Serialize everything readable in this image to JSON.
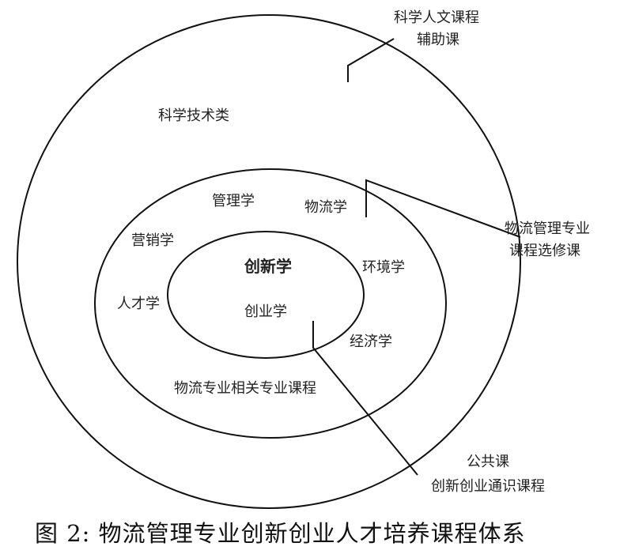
{
  "outer_ring": {
    "category": "科学技术类",
    "callout_line1": "科学人文课程",
    "callout_line2": "辅助课"
  },
  "middle_ring": {
    "subjects": [
      "管理学",
      "物流学",
      "营销学",
      "环境学",
      "人才学",
      "经济学"
    ],
    "bottom_label": "物流专业相关专业课程",
    "callout_line1": "物流管理专业",
    "callout_line2": "课程选修课"
  },
  "core": {
    "title": "创新学",
    "subject": "创业学",
    "callout_line1": "公共课",
    "callout_line2": "创新创业通识课程"
  },
  "caption": "图 2: 物流管理专业创新创业人才培养课程体系"
}
